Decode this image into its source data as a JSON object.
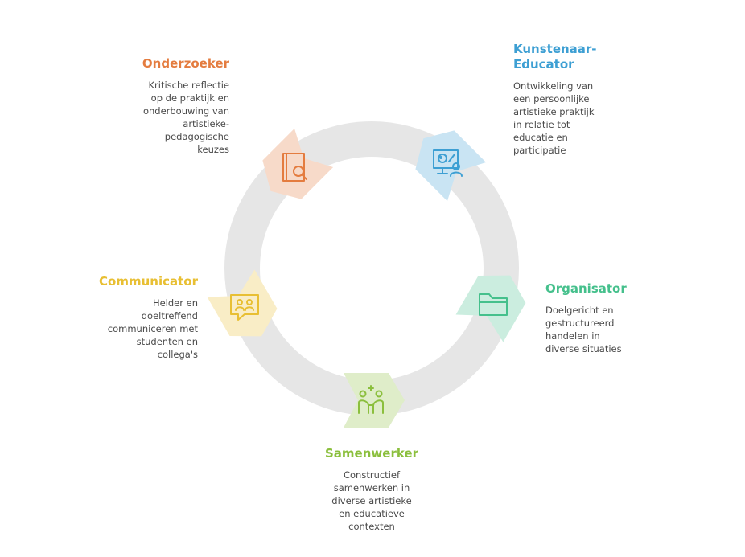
{
  "colors": {
    "ring": "#e6e6e6",
    "onderzoeker": "#e47c3f",
    "kunstenaar": "#3d9fd3",
    "organisator": "#45c08c",
    "samenwerker": "#8bbf3d",
    "communicator": "#e8bf33"
  },
  "roles": [
    {
      "key": "onderzoeker",
      "title": "Onderzoeker",
      "description": "Kritische reflectie\nop de praktijk en\nonderbouwing van\nartistieke-\npedagogische\nkeuzes",
      "icon": "book-search-icon"
    },
    {
      "key": "kunstenaar",
      "title": "Kunstenaar-\nEducator",
      "description": "Ontwikkeling van\neen persoonlijke\nartistieke praktijk\nin relatie tot\neducatie en\nparticipatie",
      "icon": "palette-presenter-icon"
    },
    {
      "key": "organisator",
      "title": "Organisator",
      "description": "Doelgericht en\ngestructureerd\nhandelen in\ndiverse situaties",
      "icon": "folder-icon"
    },
    {
      "key": "samenwerker",
      "title": "Samenwerker",
      "description": "Constructief\nsamenwerken in\ndiverse artistieke\nen educatieve\ncontexten",
      "icon": "collaboration-icon"
    },
    {
      "key": "communicator",
      "title": "Communicator",
      "description": "Helder en\ndoeltreffend\ncommuniceren met\nstudenten en\ncollega's",
      "icon": "chat-people-icon"
    }
  ]
}
